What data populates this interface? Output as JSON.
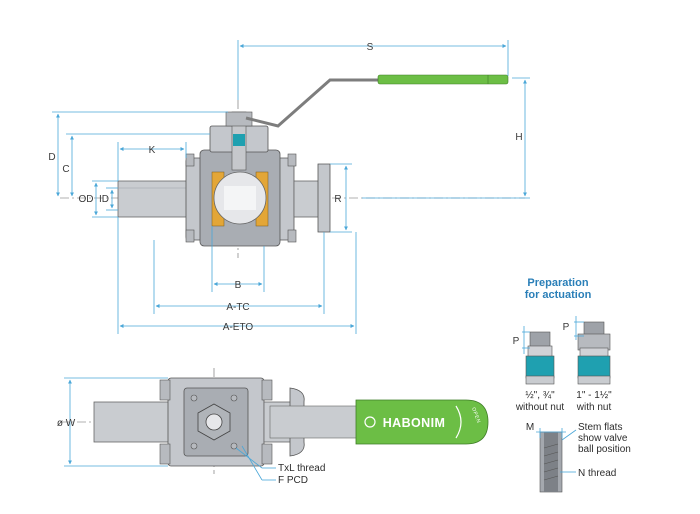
{
  "dimensions": {
    "S": "S",
    "H": "H",
    "D": "D",
    "C": "C",
    "K": "K",
    "OD": "OD",
    "ID": "ID",
    "R": "R",
    "B": "B",
    "A_TC": "A-TC",
    "A_ETO": "A-ETO",
    "W": "ø W"
  },
  "preparation": {
    "title_line1": "Preparation",
    "title_line2": "for actuation",
    "p_label": "P",
    "left_size": "½\", ¾\"",
    "left_caption": "without nut",
    "right_size": "1\" - 1½\"",
    "right_caption": "with nut",
    "m_label": "M",
    "stem_flats_line1": "Stem flats",
    "stem_flats_line2": "show valve",
    "stem_flats_line3": "ball position",
    "n_thread": "N thread"
  },
  "bottom_view": {
    "txl_thread": "TxL thread",
    "f_pcd": "F PCD",
    "brand": "HABONIM",
    "open_label": "OPEN"
  },
  "colors": {
    "handle_green": "#6cbe45",
    "dimension_blue": "#4aa7d8",
    "seat_orange": "#e3a637",
    "stem_teal": "#1fa0b0"
  }
}
